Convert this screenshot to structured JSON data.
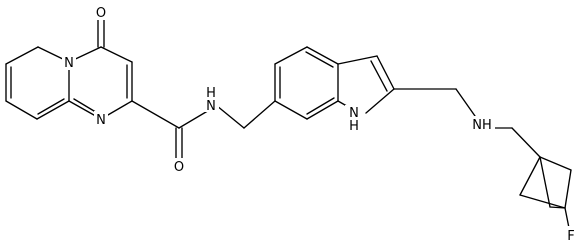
{
  "structure": {
    "atoms": {
      "N_ring_top": "N",
      "N_ring_pyrimidine": "N",
      "O_ketone": "O",
      "O_amide": "O",
      "N_amide": "H",
      "N_amide_symbol": "N",
      "N_indole": "N",
      "N_indole_h": "H",
      "N_amine": "NH",
      "F": "F"
    }
  }
}
